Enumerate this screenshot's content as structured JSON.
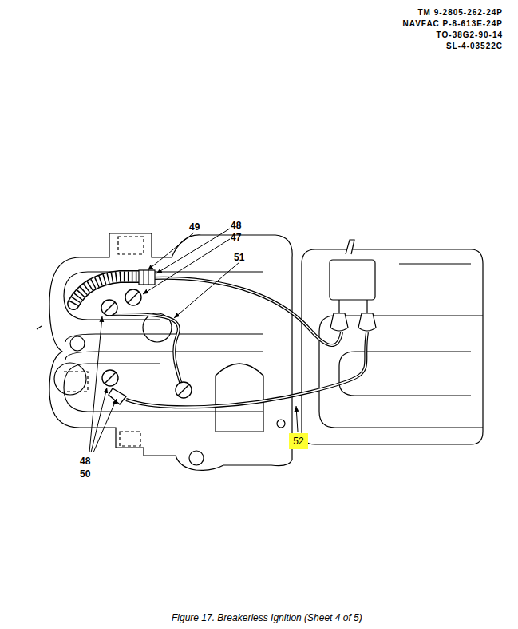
{
  "diagram": {
    "caption": "Figure 17. Breakerless Ignition (Sheet 4 of 5)",
    "nodes": [
      {
        "text": [
          "52"
        ]
      }
    ],
    "labels": [
      "TM 9-2805-262-24P",
      "NAVFAC P-8-613E-24P",
      "TO-38G2-90-14",
      "SL-4-03522C",
      "49",
      "48",
      "47",
      "51",
      "48",
      "50"
    ]
  }
}
